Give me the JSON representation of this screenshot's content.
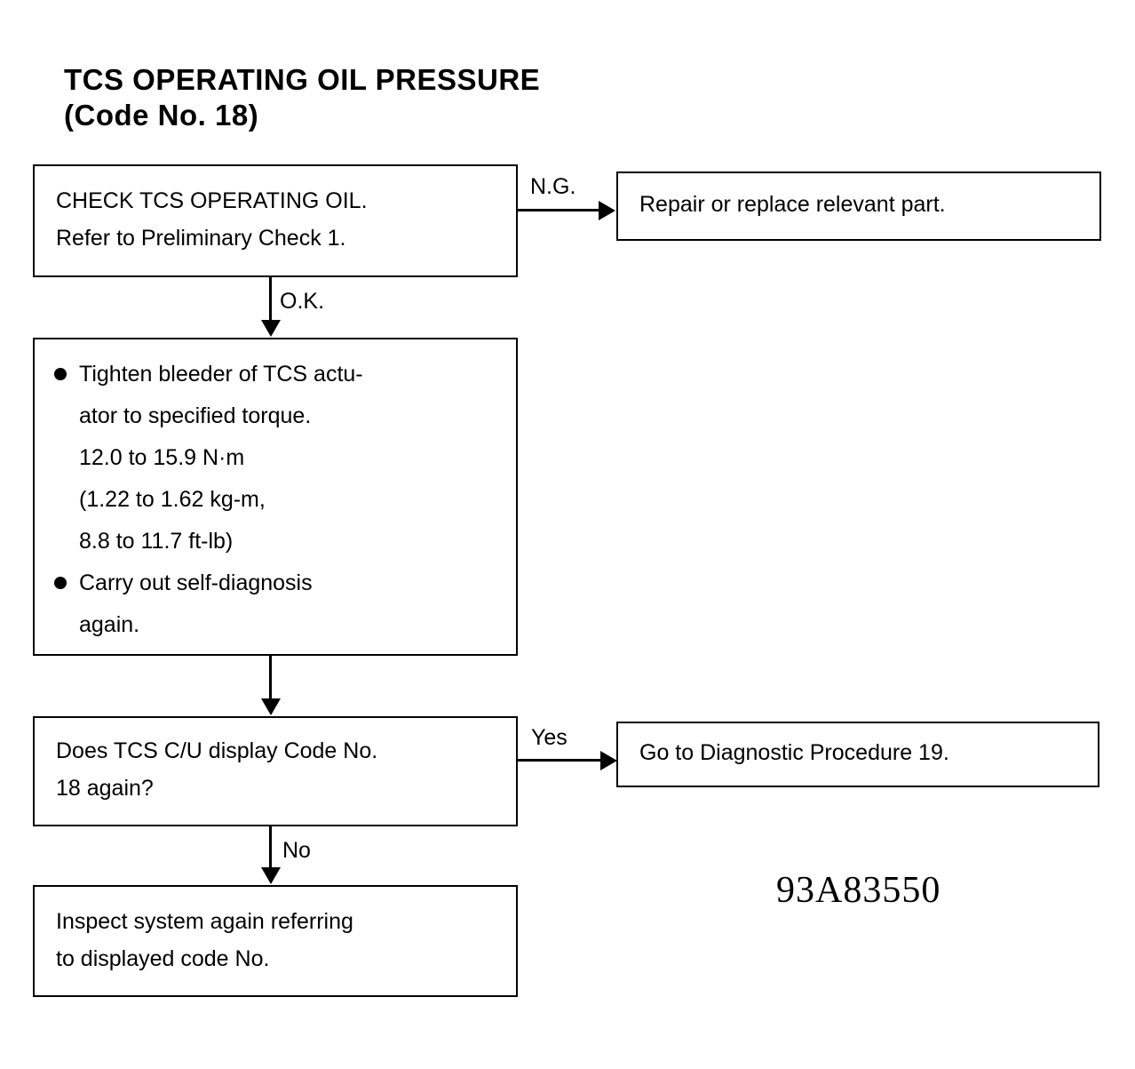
{
  "title": {
    "line1": "TCS OPERATING OIL PRESSURE",
    "line2": "(Code No. 18)"
  },
  "flowchart": {
    "type": "diagnostic-flowchart",
    "nodes": {
      "check": {
        "line1": "CHECK TCS OPERATING OIL.",
        "line2": "Refer to Preliminary Check 1."
      },
      "repair": {
        "line1": "Repair or replace relevant part."
      },
      "action": {
        "bullet1": {
          "line1": "Tighten bleeder of TCS actu-",
          "line2": "ator to specified torque.",
          "line3": "12.0 to 15.9 N·m",
          "line4": "(1.22 to 1.62 kg-m,",
          "line5": "8.8 to 11.7 ft-lb)"
        },
        "bullet2": {
          "line1": "Carry out self-diagnosis",
          "line2": "again."
        }
      },
      "decision": {
        "line1": "Does TCS C/U display Code No.",
        "line2": "18 again?"
      },
      "goto": {
        "line1": "Go to Diagnostic Procedure 19."
      },
      "inspect": {
        "line1": "Inspect system again referring",
        "line2": "to displayed code No."
      }
    },
    "edges": {
      "ng": "N.G.",
      "ok": "O.K.",
      "yes": "Yes",
      "no": "No"
    }
  },
  "reference": {
    "code": "93A83550"
  }
}
